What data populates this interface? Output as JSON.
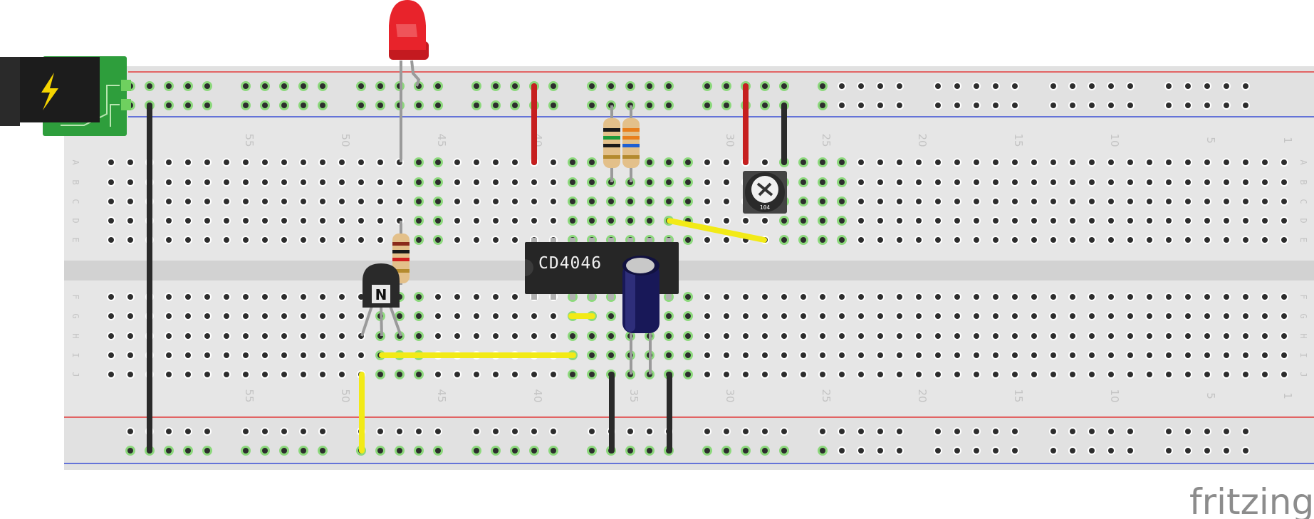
{
  "breadboard": {
    "row_labels": [
      "A",
      "B",
      "C",
      "D",
      "E",
      "F",
      "G",
      "H",
      "I",
      "J"
    ],
    "column_labels": [
      "55",
      "50",
      "45",
      "40",
      "35",
      "30",
      "25",
      "20",
      "15",
      "10",
      "5",
      "1"
    ]
  },
  "components": {
    "ic": {
      "label": "CD4046"
    },
    "transistor": {
      "label": "N"
    },
    "potentiometer": {
      "label": "104"
    },
    "led": {
      "color": "#e8232b"
    },
    "power_jack": {
      "color": "#2e9e3c"
    },
    "capacitor": {
      "color": "#181858"
    }
  },
  "colors": {
    "wire_red": "#c61f1f",
    "wire_black": "#2a2a2a",
    "wire_yellow": "#f2ea17",
    "rail_red": "#e23b3b",
    "rail_blue": "#3b4fd6",
    "hole_connected": "#7cd66a"
  },
  "watermark": "fritzing"
}
